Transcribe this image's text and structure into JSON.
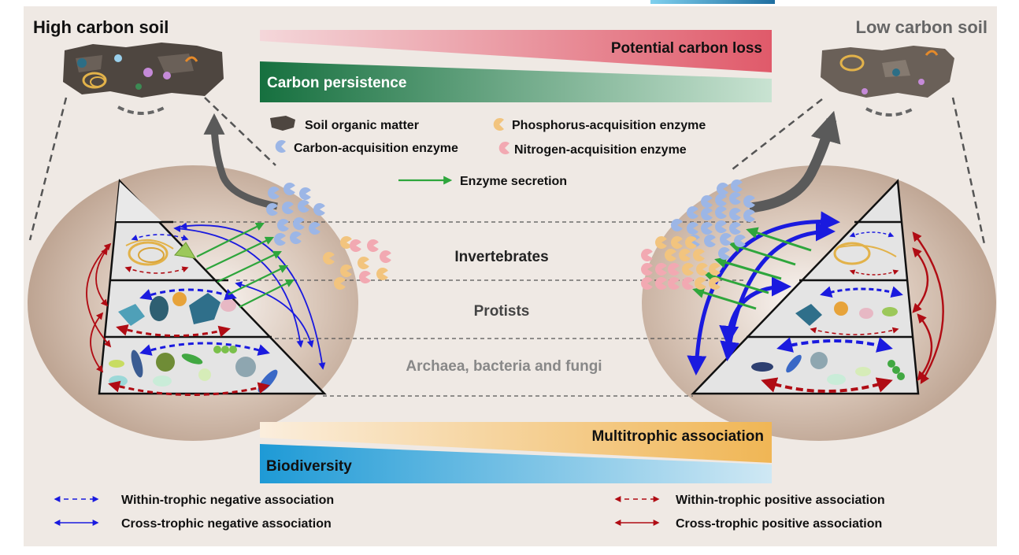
{
  "titles": {
    "left": "High carbon soil",
    "right": "Low carbon soil"
  },
  "gradients": {
    "carbon_loss": "Potential carbon loss",
    "carbon_persistence": "Carbon persistence",
    "multitrophic": "Multitrophic association",
    "biodiversity": "Biodiversity"
  },
  "legend_top": {
    "som": "Soil organic matter",
    "phosphorus": "Phosphorus-acquisition enzyme",
    "carbon": "Carbon-acquisition enzyme",
    "nitrogen": "Nitrogen-acquisition enzyme",
    "secretion": "Enzyme secretion"
  },
  "levels": {
    "invertebrates": "Invertebrates",
    "protists": "Protists",
    "microbes": "Archaea, bacteria and fungi"
  },
  "legend_bottom": {
    "within_neg": "Within-trophic negative association",
    "cross_neg": "Cross-trophic negative association",
    "within_pos": "Within-trophic positive association",
    "cross_pos": "Cross-trophic positive association"
  },
  "colors": {
    "background": "#efe9e4",
    "carbon_loss": "#e05a6a",
    "carbon_persistence": "#1f7f4a",
    "multitrophic": "#f0b655",
    "biodiversity": "#2aa1d8",
    "negative": "#1a1adf",
    "positive": "#b00c14",
    "secretion": "#2ea63c",
    "carbon_enzyme": "#9cb6e6",
    "phosphorus_enzyme": "#f2c47e",
    "nitrogen_enzyme": "#f2a9b2",
    "soil": "#4e4640"
  }
}
